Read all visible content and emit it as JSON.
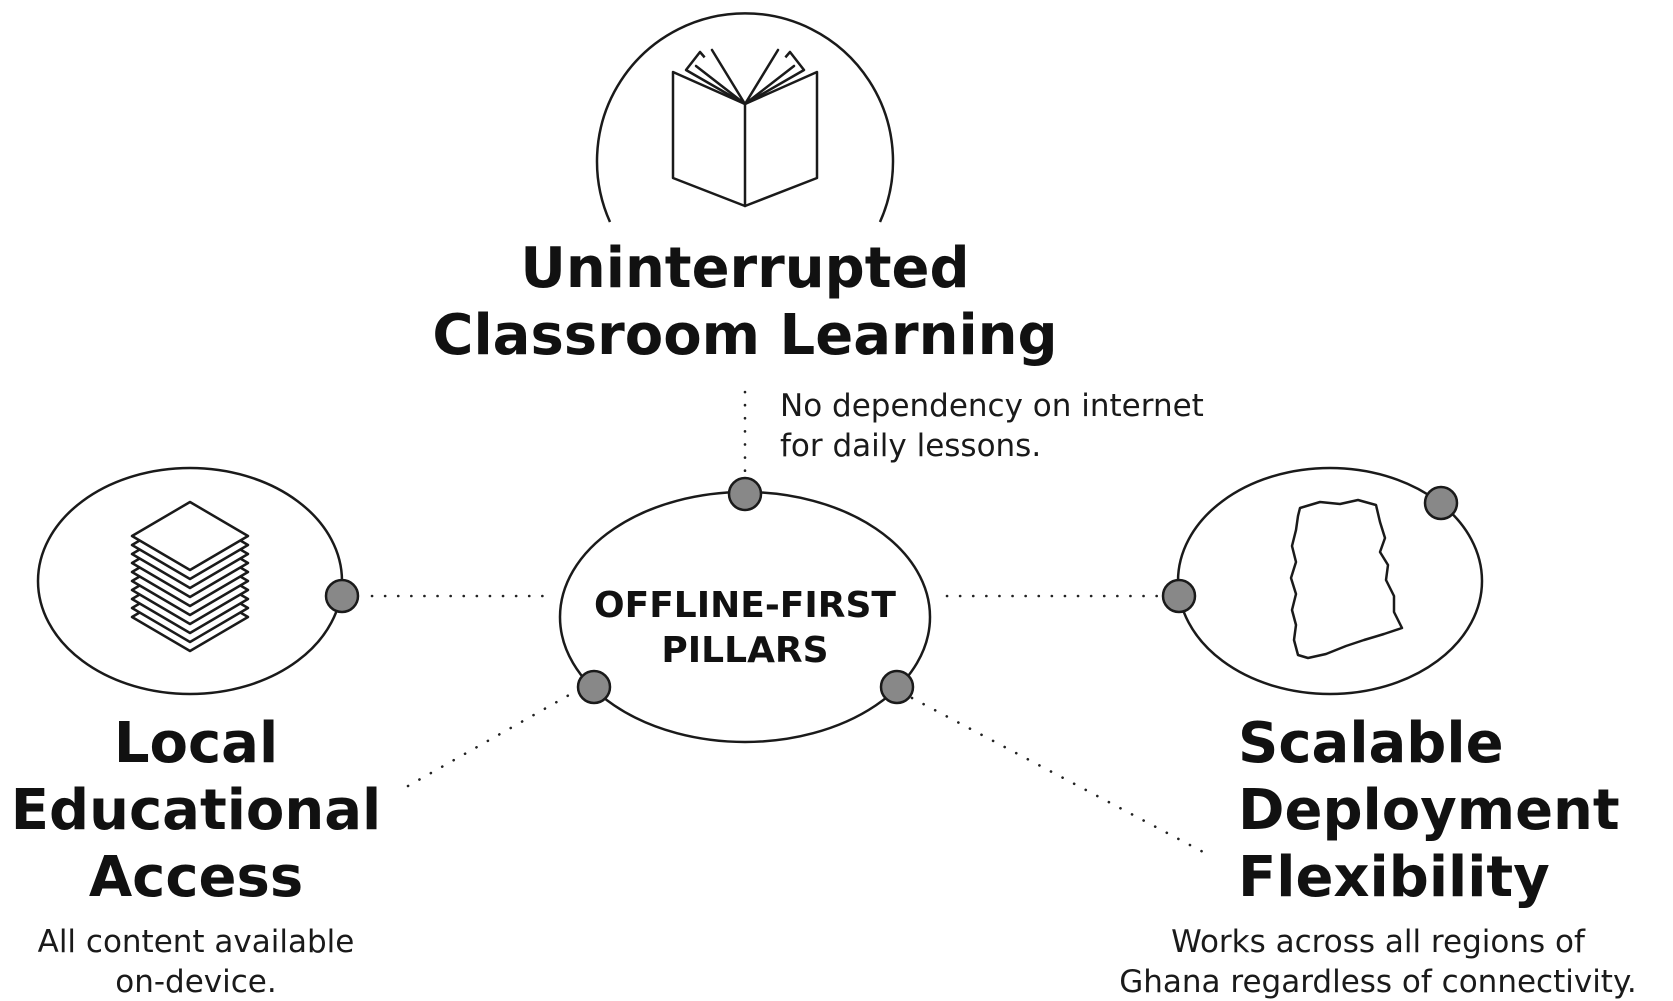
{
  "center": {
    "label_line1": "OFFLINE-FIRST",
    "label_line2": "PILLARS"
  },
  "pillars": [
    {
      "id": "top",
      "icon": "open-book-icon",
      "title_lines": [
        "Uninterrupted",
        "Classroom Learning"
      ],
      "desc_lines": [
        "No dependency on internet",
        "for daily lessons."
      ]
    },
    {
      "id": "left",
      "icon": "stacked-layers-icon",
      "title_lines": [
        "Local",
        "Educational",
        "Access"
      ],
      "desc_lines": [
        "All content available",
        "on-device."
      ]
    },
    {
      "id": "right",
      "icon": "ghana-map-icon",
      "title_lines": [
        "Scalable",
        "Deployment",
        "Flexibility"
      ],
      "desc_lines": [
        "Works across all regions of",
        "Ghana regardless of connectivity."
      ]
    }
  ],
  "colors": {
    "ink": "#111111",
    "node": "#888888",
    "background": "#ffffff"
  }
}
